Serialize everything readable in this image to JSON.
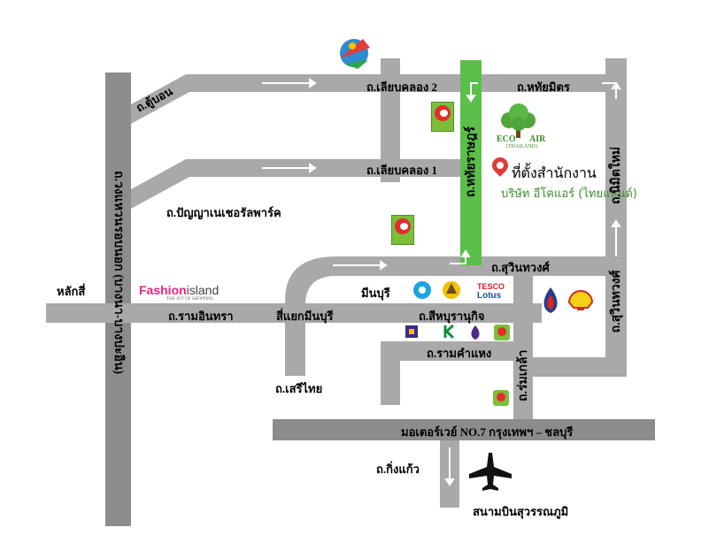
{
  "roads": {
    "ring_road": "ถ.วงแหวนรอบนอก (บางนา-บางปะอิน)",
    "tungon": "ถ.ตู้บอน",
    "liap_khlong_2": "ถ.เลียบคลอง 2",
    "liap_khlong_1": "ถ.เลียบคลอง 1",
    "panya": "ถ.ปัญญาเนเชอรัลพาร์ค",
    "hathairat": "ถ.หทัยราษฎร์",
    "hathaimit": "ถ.หทัยมิตร",
    "nimit_mai": "ถ.นิมิตใหม่",
    "suwinthawong_top": "ถ.สุวินทวงศ์",
    "suwinthawong_right": "ถ.สุวินทวงศ์",
    "ramintra": "ถ.รามอินทรา",
    "seri_thai": "ถ.เสรีไทย",
    "sukhaphiban": "ถ.สีหบุรานุกิจ",
    "ramkhamhaeng": "ถ.รามคำแหง",
    "ram_klao": "ถ.ร่มเกล้า",
    "motorway": "มอเตอร์เวย์ NO.7 กรุงเทพฯ – ชลบุรี",
    "king_kaeo": "ถ.กิ่งแก้ว"
  },
  "places": {
    "lak_si": "หลักสี่",
    "min_buri_junction": "สี่แยกมีนบุรี",
    "min_buri": "มีนบุรี",
    "airport": "สนามบินสุวรรณภูมิ",
    "office_title": "ที่ตั้งสำนักงาน",
    "office_company": "บริษัท อีโคแอร์ (ไทยแลนด์)"
  },
  "brands": {
    "eco_air_1": "ECO",
    "eco_air_2": "AIR",
    "eco_air_sub": "(THAILAND)",
    "fashion_1": "Fashion",
    "fashion_2": "island",
    "fashion_tag": "THE JOY OF SHOPPING",
    "tesco_1": "TESCO",
    "tesco_2": "Lotus"
  },
  "colors": {
    "road": "#a9a9a9",
    "road_dark": "#8c8c8c",
    "highlight": "#5cbf4a",
    "arrow": "#ffffff",
    "pin": "#e03a3a",
    "eco_green": "#3a8f2a"
  },
  "icons": [
    "big-c-icon",
    "siam-park-icon",
    "eco-air-tree-icon",
    "location-pin-icon",
    "ptt-icon",
    "shell-icon",
    "krungthai-icon",
    "krungsri-icon",
    "scb-icon",
    "kbank-icon",
    "bangkok-bank-icon",
    "airplane-icon"
  ]
}
